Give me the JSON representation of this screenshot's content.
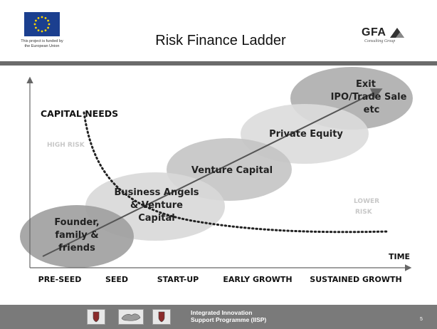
{
  "header": {
    "title": "Risk Finance Ladder",
    "eu_caption_line1": "This project is funded by",
    "eu_caption_line2": "the European Union",
    "partner_logo": "GFA",
    "partner_sub": "Consulting Group"
  },
  "diagram": {
    "stages": [
      {
        "line1": "Founder,",
        "line2": "family &",
        "line3": "friends"
      },
      {
        "line1": "Business Angels",
        "line2": "& Venture",
        "line3": "Capital"
      },
      {
        "line1": "Venture Capital"
      },
      {
        "line1": "Private Equity"
      },
      {
        "line1": "Exit",
        "line2": "IPO/Trade Sale",
        "line3": "etc"
      }
    ],
    "y_axis_label": "CAPITAL NEEDS",
    "high_risk_label": "HIGH RISK",
    "lower_risk_label_line1": "LOWER",
    "lower_risk_label_line2": "RISK",
    "x_axis_label": "TIME",
    "phases": [
      "PRE-SEED",
      "SEED",
      "START-UP",
      "EARLY GROWTH",
      "SUSTAINED GROWTH"
    ]
  },
  "footer": {
    "line1": "Integrated Innovation",
    "line2": "Support  Programme (IISP)",
    "page_number": "5"
  },
  "colors": {
    "footer_bar": "#7a7a7a",
    "header_rule": "#6b6b6b",
    "eu_blue": "#1b3f8f",
    "eu_star": "#ffd700"
  }
}
